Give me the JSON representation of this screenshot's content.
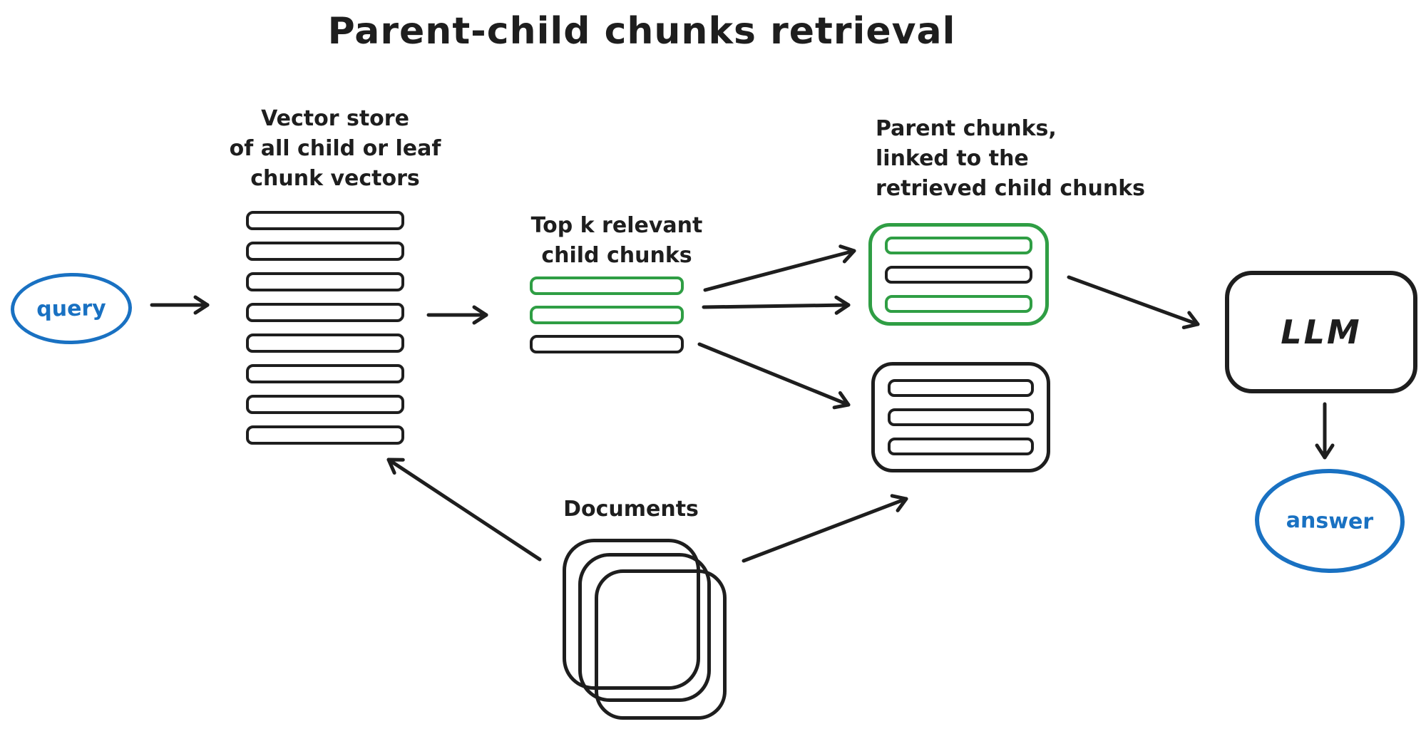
{
  "title": "Parent-child chunks retrieval",
  "colors": {
    "ink": "#1e1e1e",
    "blue": "#1971c2",
    "green": "#2f9e44",
    "canvas": "#ffffff"
  },
  "nodes": {
    "query": {
      "label": "query"
    },
    "vector_store": {
      "label_lines": [
        "Vector store",
        "of all child or leaf",
        "chunk vectors"
      ],
      "bar_count": 8
    },
    "top_k": {
      "label_lines": [
        "Top k relevant",
        "child chunks"
      ],
      "bar_colors": [
        "green",
        "green",
        "black"
      ]
    },
    "parent_chunks": {
      "label_lines": [
        "Parent chunks,",
        "linked to the",
        "retrieved child chunks"
      ],
      "green_box_bar_colors": [
        "green",
        "black",
        "green"
      ],
      "black_box_bar_colors": [
        "black",
        "black",
        "black"
      ]
    },
    "llm": {
      "label": "LLM"
    },
    "answer": {
      "label": "answer"
    },
    "documents": {
      "label": "Documents",
      "page_count": 3
    }
  }
}
